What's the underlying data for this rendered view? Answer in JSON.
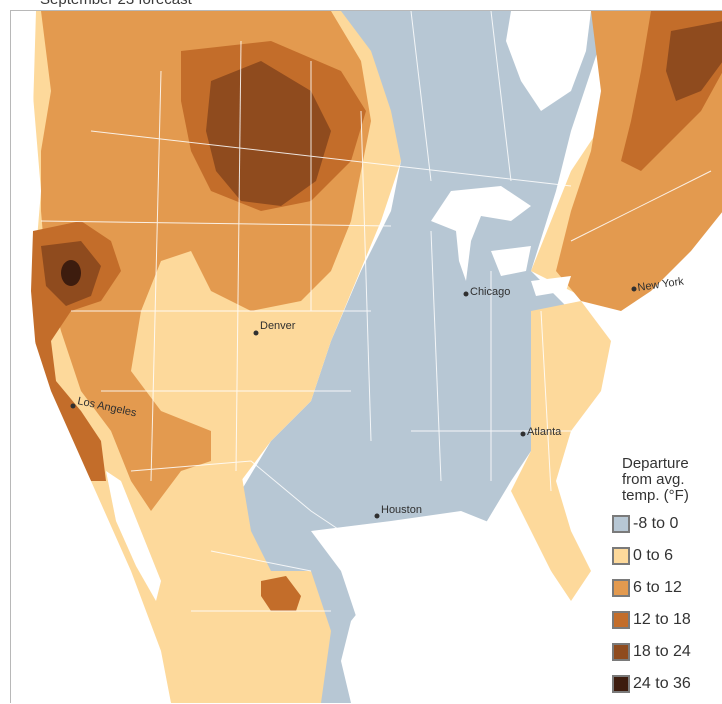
{
  "map": {
    "title": "September 23 forecast",
    "colors": {
      "water": "#ffffff",
      "cool": "#b7c7d4",
      "slightly_warm": "#fdd99b",
      "warm": "#e39a4f",
      "hot": "#c36d2a",
      "very_hot": "#8f4b1e",
      "extreme": "#3d1c0e",
      "boundary": "#ffffff"
    },
    "cities": [
      {
        "name": "Chicago"
      },
      {
        "name": "New York"
      },
      {
        "name": "Denver"
      },
      {
        "name": "Los Angeles"
      },
      {
        "name": "Atlanta"
      },
      {
        "name": "Houston"
      }
    ]
  },
  "legend": {
    "title": "Departure from avg. temp. (°F)",
    "items": [
      {
        "label": "-8 to 0",
        "color": "#b7c7d4"
      },
      {
        "label": "0 to 6",
        "color": "#fdd99b"
      },
      {
        "label": "6 to 12",
        "color": "#e39a4f"
      },
      {
        "label": "12 to 18",
        "color": "#c36d2a"
      },
      {
        "label": "18 to 24",
        "color": "#8f4b1e"
      },
      {
        "label": "24 to 36",
        "color": "#3d1c0e"
      }
    ]
  }
}
